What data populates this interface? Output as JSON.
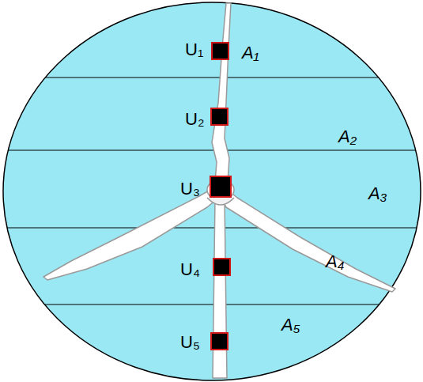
{
  "diagram": {
    "labels": [
      "U₁",
      "A₁",
      "U₂",
      "A₂",
      "U₃",
      "A₃",
      "U₄",
      "A₄",
      "U₅",
      "A₅"
    ]
  }
}
